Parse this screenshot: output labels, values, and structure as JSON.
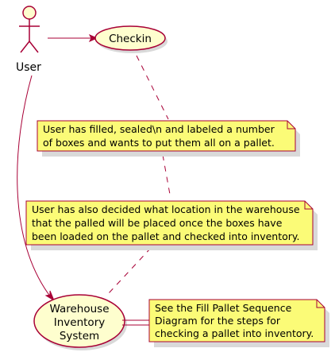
{
  "diagram": {
    "actor": {
      "label": "User"
    },
    "use_cases": {
      "checkin": {
        "label": "Checkin"
      },
      "inventory": {
        "lines": [
          "Warehouse",
          "Inventory",
          "System"
        ]
      }
    },
    "notes": {
      "note1": {
        "lines": [
          "User has filled, sealed\\n and labeled a number",
          "of boxes and wants to put them all on a pallet."
        ]
      },
      "note2": {
        "lines": [
          "User has also decided what location in the warehouse",
          "that the palled will be placed once the boxes have",
          "been loaded on the pallet and checked into inventory."
        ]
      },
      "note3": {
        "lines": [
          "See the Fill Pallet Sequence",
          "Diagram for the steps for",
          "checking a pallet into inventory."
        ]
      }
    },
    "colors": {
      "line": "#A80036",
      "note_fill": "#FBFB77",
      "usecase_fill": "#FEFECE",
      "shadow": "#d9d9d9"
    }
  }
}
